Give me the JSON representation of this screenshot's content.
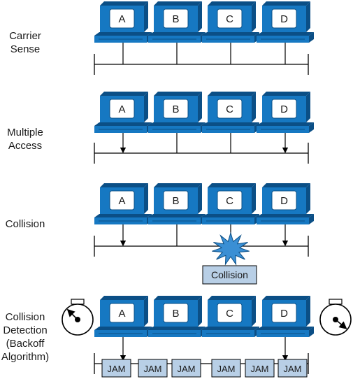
{
  "colors": {
    "monitor": "#1678c2",
    "monitor_dark": "#0b4f86",
    "screen": "#ffffff",
    "bus": "#000000",
    "label_box": "#b8cfe6",
    "burst": "#3a8fd4"
  },
  "stages": [
    {
      "label_lines": [
        "Carrier",
        "Sense"
      ],
      "computers": [
        "A",
        "B",
        "C",
        "D"
      ]
    },
    {
      "label_lines": [
        "Multiple",
        "Access"
      ],
      "computers": [
        "A",
        "B",
        "C",
        "D"
      ]
    },
    {
      "label_lines": [
        "Collision"
      ],
      "computers": [
        "A",
        "B",
        "C",
        "D"
      ],
      "collision_label": "Collision"
    },
    {
      "label_lines": [
        "Collision",
        "Detection",
        "(Backoff",
        "Algorithm)"
      ],
      "computers": [
        "A",
        "B",
        "C",
        "D"
      ],
      "jam_labels": [
        "JAM",
        "JAM",
        "JAM",
        "JAM",
        "JAM",
        "JAM"
      ],
      "timer_icons": [
        "stopwatch-icon",
        "stopwatch-icon"
      ]
    }
  ]
}
